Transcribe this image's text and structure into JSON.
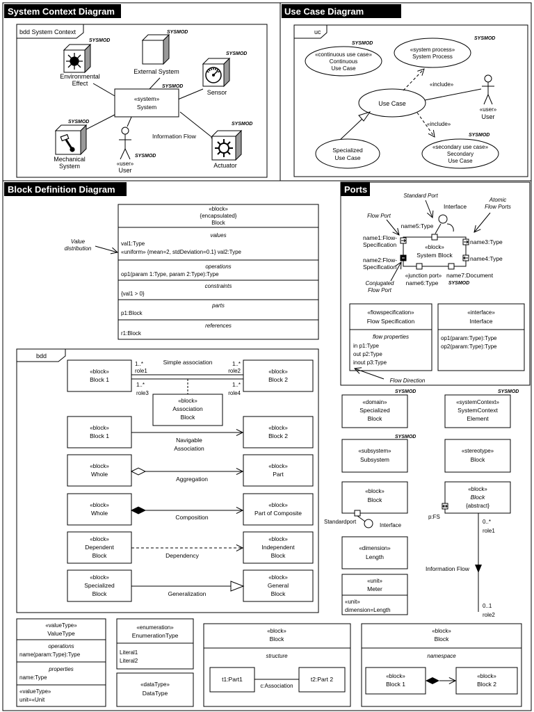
{
  "sections": {
    "system_context": "System Context Diagram",
    "use_case": "Use Case Diagram",
    "bdd": "Block Definition Diagram",
    "ports": "Ports"
  },
  "sysmod": "SYSMOD",
  "system_context": {
    "frame_label": "bdd System Context",
    "env_effect": [
      "Environmental",
      "Effect"
    ],
    "external_system": "External System",
    "sensor": "Sensor",
    "system": [
      "«system»",
      "System"
    ],
    "mechanical": [
      "Mechanical",
      "System"
    ],
    "user": [
      "«user»",
      "User"
    ],
    "information_flow": "Information Flow",
    "actuator": "Actuator"
  },
  "use_case": {
    "frame_label": "uc",
    "continuous": [
      "«continuous use case»",
      "Continuous",
      "Use Case"
    ],
    "system_process": [
      "«system process»",
      "System Process"
    ],
    "use_case": "Use Case",
    "include": "«include»",
    "user": [
      "«user»",
      "User"
    ],
    "specialized": [
      "Specialized",
      "Use Case"
    ],
    "secondary": [
      "«secondary use case»",
      "Secondary",
      "Use Case"
    ]
  },
  "bdd": {
    "value_distribution": [
      "Value",
      "distribution"
    ],
    "block_stereo": [
      "«block»",
      "{encapsulated}",
      "Block"
    ],
    "compartments": {
      "values_title": "values",
      "values": [
        "val1:Type",
        "«uniform» {mean=2, stdDeviation=0.1} val2:Type"
      ],
      "operations_title": "operations",
      "operations": [
        "op1(param 1:Type, param 2:Type):Type"
      ],
      "constraints_title": "constraints",
      "constraints": [
        "{val1 > 0}"
      ],
      "parts_title": "parts",
      "parts": [
        "p1:Block"
      ],
      "references_title": "references",
      "references": [
        "r1:Block"
      ]
    },
    "frame_label": "bdd",
    "simple_assoc": "Simple association",
    "mult_1star": "1..*",
    "role1": "role1",
    "role2": "role2",
    "role3": "role3",
    "role4": "role4",
    "block": "«block»",
    "block1": "Block 1",
    "block2": "Block 2",
    "assoc_block": [
      "Association",
      "Block"
    ],
    "navigable": [
      "Navigable",
      "Association"
    ],
    "whole": "Whole",
    "part": "Part",
    "aggregation": "Aggregation",
    "composition": "Composition",
    "part_of_composite": "Part of Composite",
    "dependent": [
      "Dependent",
      "Block"
    ],
    "independent": [
      "Independent",
      "Block"
    ],
    "dependency": "Dependency",
    "specialized_block": [
      "Specialized",
      "Block"
    ],
    "general_block": [
      "General",
      "Block"
    ],
    "generalization": "Generalization"
  },
  "ports": {
    "standard_port": "Standard Port",
    "interface": "Interface",
    "atomic": [
      "Atomic",
      "Flow Ports"
    ],
    "flow_port": "Flow Port",
    "name5": "name5:Type",
    "name1": [
      "name1:Flow-",
      "Specification"
    ],
    "name2": [
      "name2:Flow-",
      "Specification"
    ],
    "name3": "name3:Type",
    "name4": "name4:Type",
    "system_block": [
      "«block»",
      "System Block"
    ],
    "junction": "«junction port»",
    "name6": "name6:Type",
    "name7": "name7:Document",
    "conjugated": [
      "Conjugated",
      "Flow Port"
    ],
    "flowspec": [
      "«flowspecification»",
      "Flow Specification"
    ],
    "flow_props_title": "flow properties",
    "flow_props": [
      "in p1:Type",
      "out p2:Type",
      "inout p3:Type"
    ],
    "iface": [
      "«interface»",
      "Interface"
    ],
    "iface_ops": [
      "op1(param:Type):Type",
      "op2(param:Type):Type"
    ],
    "flow_direction": "Flow Direction"
  },
  "right": {
    "domain": [
      "«domain»",
      "Specialized",
      "Block"
    ],
    "system_context": [
      "«systemContext»",
      "SystemContext",
      "Element"
    ],
    "subsystem": [
      "«subsystem»",
      "Subsystem"
    ],
    "stereotype": [
      "«stereotype»",
      "Block"
    ],
    "block_std": [
      "«block»",
      "Block"
    ],
    "standardport": "Standardport",
    "interface": "Interface",
    "abstract": [
      "«block»",
      "Block",
      "{abstract}"
    ],
    "pfs": "p:FS",
    "mult_0star": "0..*",
    "role1": "role1",
    "information_flow": "Information Flow",
    "mult_01": "0..1",
    "role2": "role2",
    "dimension": [
      "«dimension»",
      "Length"
    ],
    "unit": [
      "«unit»",
      "Meter"
    ],
    "unit_body": [
      "«unit»",
      "dimension=Length"
    ]
  },
  "bottom": {
    "valuetype": [
      "«valueType»",
      "ValueType"
    ],
    "vt_ops_title": "operations",
    "vt_ops": "name(param:Type):Type",
    "vt_props_title": "properties",
    "vt_props": "name:Type",
    "vt_unit": [
      "«valueType»",
      "unit=«Unit"
    ],
    "enumeration": [
      "«enumeration»",
      "EnumerationType"
    ],
    "literals": [
      "Literal1",
      "Literal2"
    ],
    "datatype": [
      "«dataType»",
      "DataType"
    ],
    "structure_block": [
      "«block»",
      "Block"
    ],
    "structure_title": "structure",
    "part1": "t1:Part1",
    "assoc": "c:Association",
    "part2": "t2:Part 2",
    "namespace_block": [
      "«block»",
      "Block"
    ],
    "namespace_title": "namespace",
    "ns_block1": [
      "«block»",
      "Block 1"
    ],
    "ns_block2": [
      "«block»",
      "Block 2"
    ]
  }
}
